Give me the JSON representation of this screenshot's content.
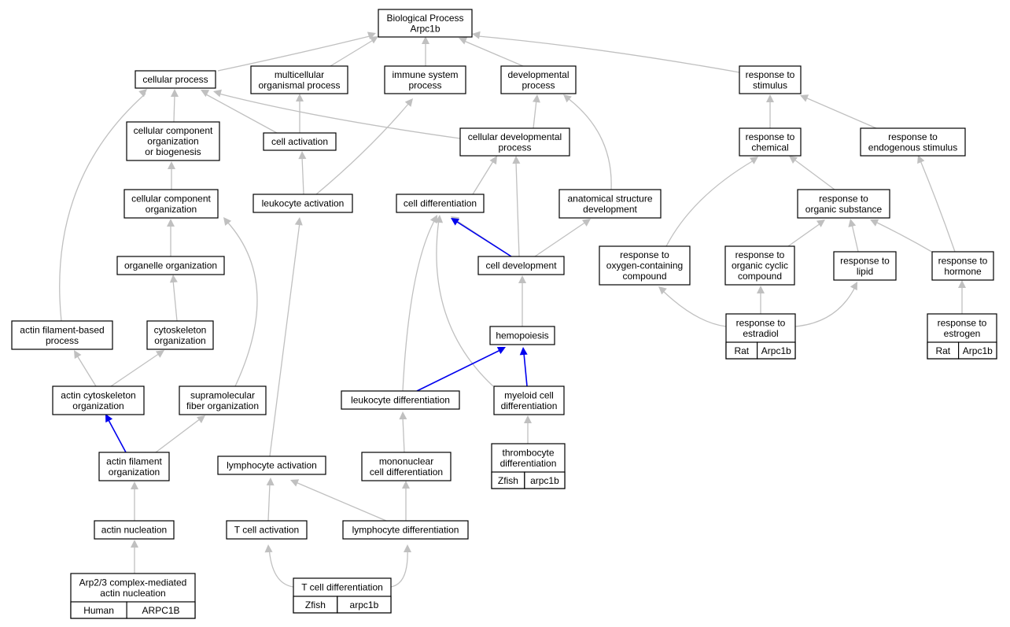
{
  "colors": {
    "edge_default": "#c0c0c0",
    "edge_highlight": "#0000ee",
    "human": "#ff6347",
    "rat": "#ffd700",
    "zfish": "#6495ed"
  },
  "nodes": {
    "root": [
      "Biological Process",
      "Arpc1b"
    ],
    "cellular_process": [
      "cellular process"
    ],
    "multicellular": [
      "multicellular",
      "organismal process"
    ],
    "immune_system": [
      "immune system",
      "process"
    ],
    "developmental": [
      "developmental",
      "process"
    ],
    "response_stimulus": [
      "response to",
      "stimulus"
    ],
    "ccob": [
      "cellular component",
      "organization",
      "or biogenesis"
    ],
    "cell_activation": [
      "cell activation"
    ],
    "cell_dev_process": [
      "cellular developmental",
      "process"
    ],
    "response_chemical": [
      "response to",
      "chemical"
    ],
    "response_endogenous": [
      "response to",
      "endogenous stimulus"
    ],
    "cco": [
      "cellular component",
      "organization"
    ],
    "leukocyte_activation": [
      "leukocyte activation"
    ],
    "cell_differentiation": [
      "cell differentiation"
    ],
    "anatomical": [
      "anatomical structure",
      "development"
    ],
    "response_organic": [
      "response to",
      "organic substance"
    ],
    "organelle": [
      "organelle organization"
    ],
    "cell_development": [
      "cell development"
    ],
    "response_oxygen": [
      "response to",
      "oxygen-containing",
      "compound"
    ],
    "response_cyclic": [
      "response to",
      "organic cyclic",
      "compound"
    ],
    "response_lipid": [
      "response to",
      "lipid"
    ],
    "response_hormone": [
      "response to",
      "hormone"
    ],
    "actin_fb": [
      "actin filament-based",
      "process"
    ],
    "cytoskeleton": [
      "cytoskeleton",
      "organization"
    ],
    "hemopoiesis": [
      "hemopoiesis"
    ],
    "response_estradiol": [
      "response to",
      "estradiol"
    ],
    "response_estrogen": [
      "response to",
      "estrogen"
    ],
    "actin_cyto": [
      "actin cytoskeleton",
      "organization"
    ],
    "supramolecular": [
      "supramolecular",
      "fiber organization"
    ],
    "leukocyte_diff": [
      "leukocyte differentiation"
    ],
    "myeloid": [
      "myeloid cell",
      "differentiation"
    ],
    "thrombocyte": [
      "thrombocyte",
      "differentiation"
    ],
    "actin_filament": [
      "actin filament",
      "organization"
    ],
    "lymphocyte_activation": [
      "lymphocyte activation"
    ],
    "mononuclear": [
      "mononuclear",
      "cell differentiation"
    ],
    "actin_nucleation": [
      "actin nucleation"
    ],
    "t_activation": [
      "T cell activation"
    ],
    "lymphocyte_diff": [
      "lymphocyte differentiation"
    ],
    "arp23": [
      "Arp2/3 complex-mediated",
      "actin nucleation"
    ],
    "t_diff": [
      "T cell differentiation"
    ]
  },
  "annotations": {
    "arp23": {
      "species": "Human",
      "gene": "ARPC1B"
    },
    "t_diff": {
      "species": "Zfish",
      "gene": "arpc1b"
    },
    "thrombocyte": {
      "species": "Zfish",
      "gene": "arpc1b"
    },
    "response_estradiol": {
      "species": "Rat",
      "gene": "Arpc1b"
    },
    "response_estrogen": {
      "species": "Rat",
      "gene": "Arpc1b"
    }
  }
}
